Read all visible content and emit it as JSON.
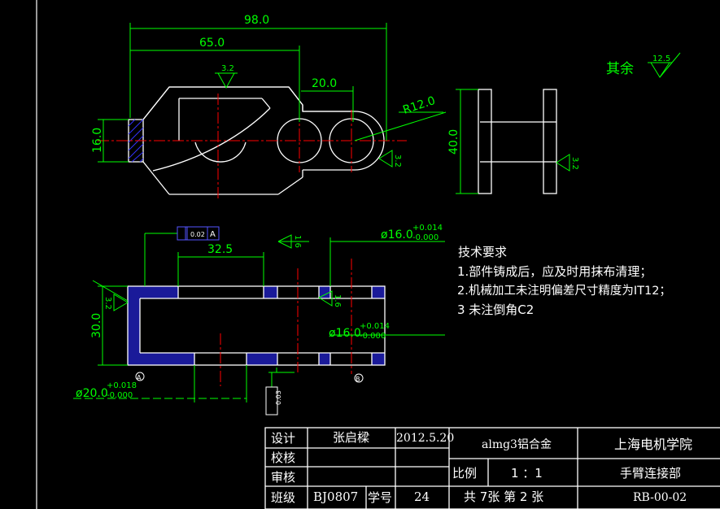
{
  "colors": {
    "background": "#000000",
    "outline": "#ffffff",
    "dimension": "#00ff00",
    "centerline": "#ff0000",
    "hatch": "#3333ff"
  },
  "dimensions": {
    "overall_length": "98.0",
    "hole_span": "65.0",
    "hole_pitch": "20.0",
    "radius": "R12.0",
    "left_height": "16.0",
    "side_height": "40.0",
    "roughness_top": "3.2",
    "roughness_right": "3.2",
    "roughness_side": "3.2",
    "section_width": "32.5",
    "section_height": "30.0",
    "section_roughness_left": "3.2",
    "section_roughness_top": "1.6",
    "section_roughness_mid": "1.6",
    "hole_dia_top": "ø16.0",
    "hole_dia_top_upper_tol": "+0.014",
    "hole_dia_top_lower_tol": "-0.000",
    "hole_dia_mid": "ø16.0",
    "hole_dia_mid_upper_tol": "+0.014",
    "hole_dia_mid_lower_tol": "-0.000",
    "base_dia": "ø20.0",
    "base_dia_upper_tol": "+0.018",
    "base_dia_lower_tol": "-0.000"
  },
  "tolerance_frame": {
    "value": "0.02",
    "datum": "A"
  },
  "datum_markers": {
    "left": "A",
    "right": "B"
  },
  "vertical_frame_text": "0.03",
  "rest_roughness": {
    "label": "其余",
    "value": "12.5"
  },
  "technical_requirements": {
    "title": "技术要求",
    "items": [
      "1.部件铸成后，应及时用抹布清理；",
      "2.机械加工未注明偏差尺寸精度为IT12；",
      "3 未注倒角C2"
    ]
  },
  "title_block": {
    "design_label": "设计",
    "designer": "张启樑",
    "date": "2012.5.20",
    "material": "almg3铝合金",
    "school": "上海电机学院",
    "check_label": "校核",
    "audit_label": "审核",
    "scale_label": "比例",
    "scale_value": "1 ：1",
    "part_name": "手臂连接部",
    "class_label": "班级",
    "class_value": "BJ0807",
    "number_label": "学号",
    "number_value": "24",
    "sheets": "共 7张 第 2 张",
    "drawing_number": "RB-00-02"
  }
}
